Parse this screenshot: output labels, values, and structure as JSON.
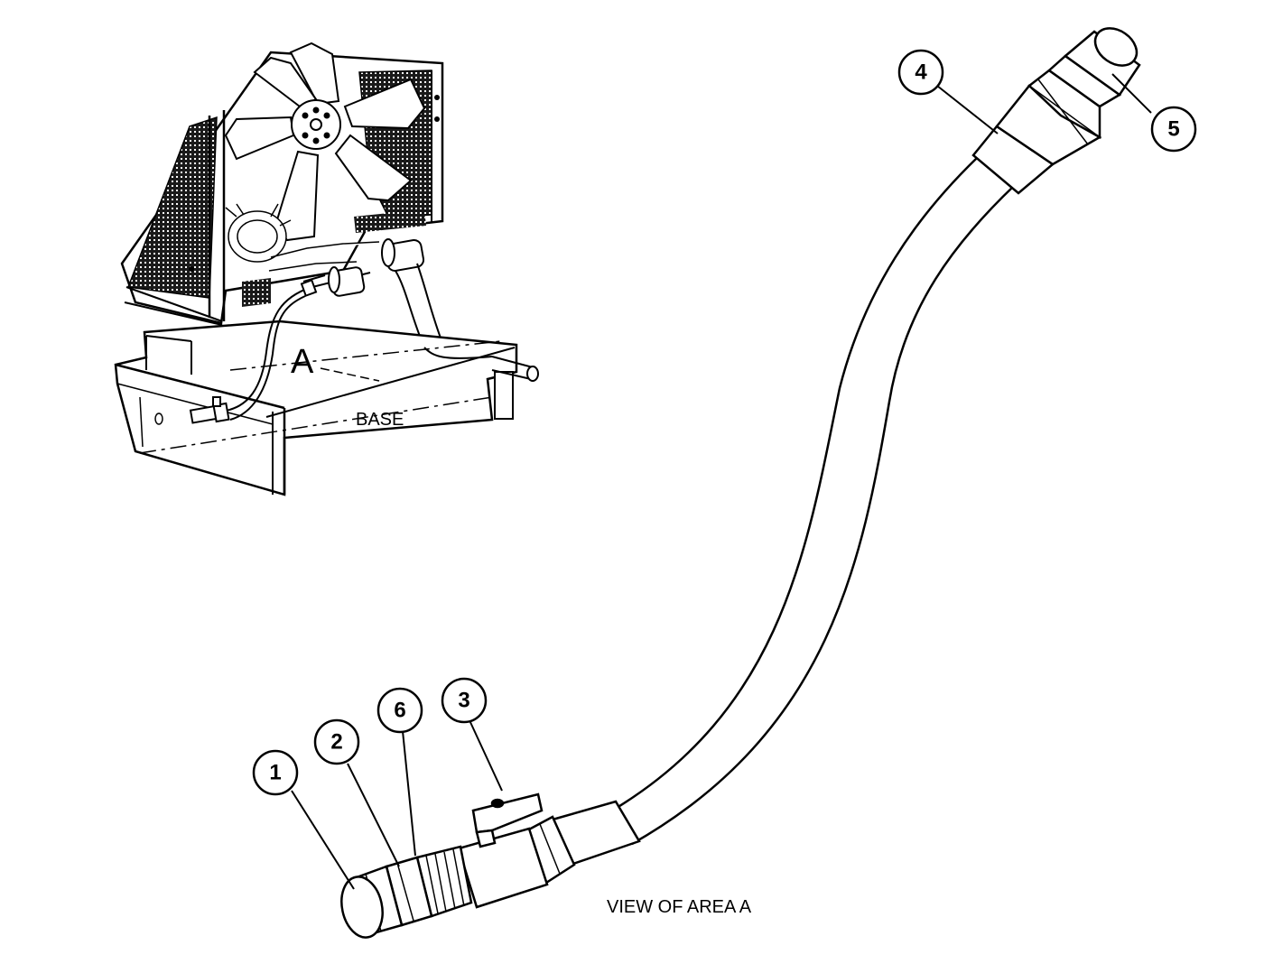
{
  "labels": {
    "area_marker": "A",
    "base": "BASE",
    "view_caption": "VIEW OF AREA A"
  },
  "callouts": [
    {
      "id": "1"
    },
    {
      "id": "2"
    },
    {
      "id": "6"
    },
    {
      "id": "3"
    },
    {
      "id": "4"
    },
    {
      "id": "5"
    }
  ],
  "colors": {
    "line": "#000000",
    "background": "#ffffff",
    "mesh": "#1a1a1a"
  }
}
